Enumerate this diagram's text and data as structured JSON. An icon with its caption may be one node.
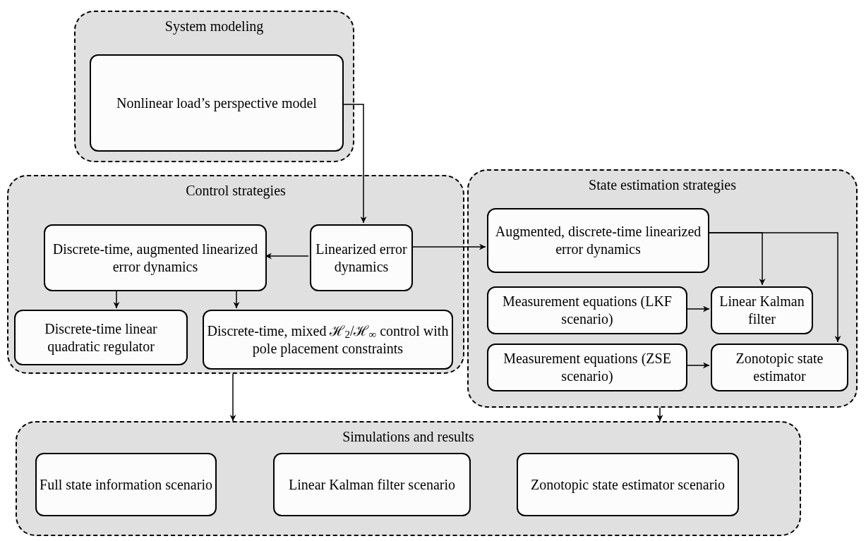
{
  "diagram": {
    "nodes": [
      {
        "text": [
          "System modeling"
        ]
      },
      {
        "text": [
          "Nonlinear load’s perspective model"
        ],
        "in": 0
      },
      {
        "text": [
          "Control strategies"
        ]
      },
      {
        "text": [
          "Linearized error dynamics"
        ],
        "in": 2
      },
      {
        "text": [
          "Discrete-time, augmented linearized error dynamics"
        ],
        "in": 2
      },
      {
        "text": [
          "Discrete-time linear quadratic regulator"
        ],
        "in": 2
      },
      {
        "text": [
          "Discrete-time, mixed ℋ$_{2}$/ℋ$_{∞}$ control with pole placement constraints"
        ],
        "in": 2
      },
      {
        "text": [
          "State estimation strategies"
        ]
      },
      {
        "text": [
          "Augmented, discrete-time linearized error dynamics"
        ],
        "in": 7
      },
      {
        "text": [
          "Measurement equations (LKF scenario)"
        ],
        "in": 7
      },
      {
        "text": [
          "Linear Kalman filter"
        ],
        "in": 7
      },
      {
        "text": [
          "Measurement equations (ZSE scenario)"
        ],
        "in": 7
      },
      {
        "text": [
          "Zonotopic state estimator"
        ],
        "in": 7
      },
      {
        "text": [
          "Simulations and results"
        ]
      },
      {
        "text": [
          "Full state information scenario"
        ],
        "in": 13
      },
      {
        "text": [
          "Linear Kalman filter scenario"
        ],
        "in": 13
      },
      {
        "text": [
          "Zonotopic state estimator scenario"
        ],
        "in": 13
      }
    ],
    "edges": [
      {
        "from": 1,
        "to": 3,
        "arrow": "to"
      },
      {
        "from": 3,
        "to": 4,
        "arrow": "to"
      },
      {
        "from": 3,
        "to": 8,
        "arrow": "to"
      },
      {
        "from": 4,
        "to": 5,
        "arrow": "to"
      },
      {
        "from": 4,
        "to": 6,
        "arrow": "to"
      },
      {
        "from": 8,
        "to": 10,
        "arrow": "to"
      },
      {
        "from": 8,
        "to": 12,
        "arrow": "to"
      },
      {
        "from": 9,
        "to": 10,
        "arrow": "to"
      },
      {
        "from": 11,
        "to": 12,
        "arrow": "to"
      },
      {
        "from": 2,
        "to": 13,
        "arrow": "to"
      },
      {
        "from": 7,
        "to": 13,
        "arrow": "to"
      }
    ]
  }
}
